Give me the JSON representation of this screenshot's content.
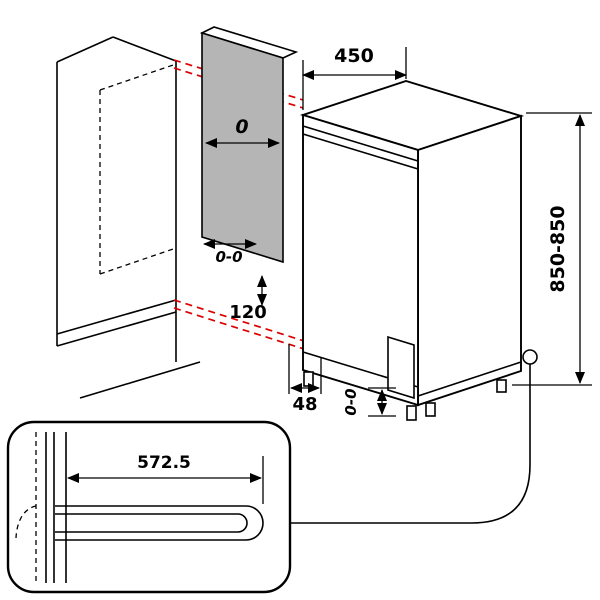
{
  "title": "Built-in slim dishwasher installation dimensions diagram",
  "colors": {
    "line": "#000000",
    "accent_red": "#dd0000",
    "panel_gray": "#b5b5b5",
    "background": "#ffffff"
  },
  "dimensions": {
    "top_width": "450",
    "height_range": "850-850",
    "panel_clearance": "0",
    "panel_clearance_range": "0-0",
    "plinth_height": "120",
    "base_offset": "48",
    "foot_adjust_range": "0-0",
    "detail_depth": "572.5"
  }
}
